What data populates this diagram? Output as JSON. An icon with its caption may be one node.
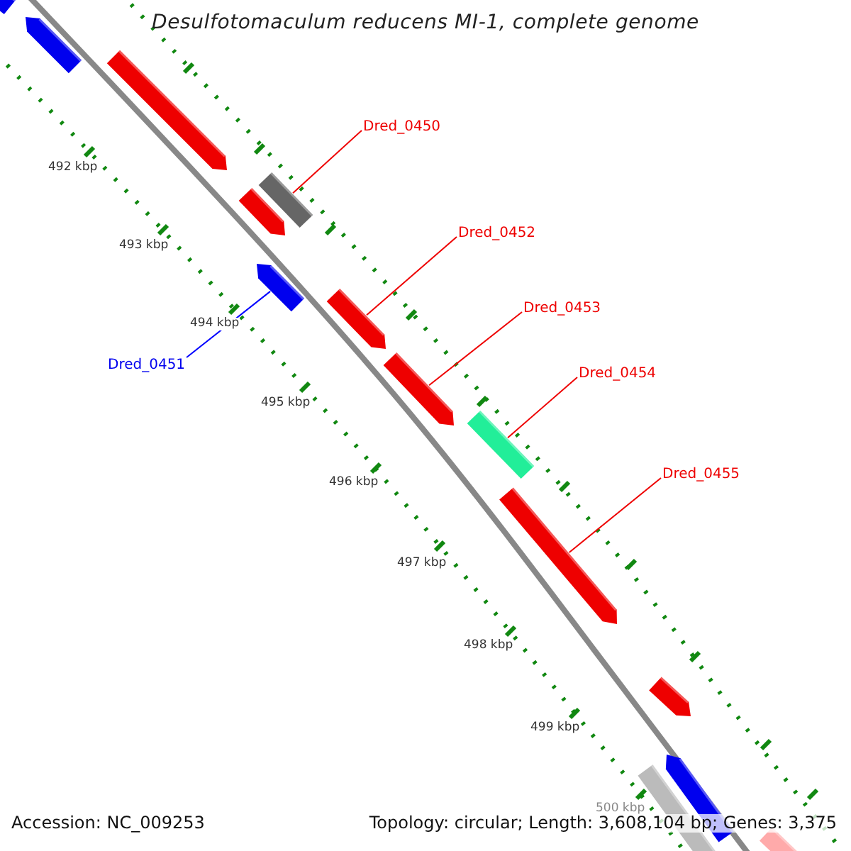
{
  "diagram": {
    "title": "Desulfotomaculum reducens MI-1, complete genome",
    "nodes": [
      {
        "text": [
          "Dred_0450"
        ]
      },
      {
        "text": [],
        "shape": "bar"
      },
      {
        "text": [
          "Dred_0451"
        ]
      },
      {
        "text": [],
        "shape": "arrow"
      },
      {
        "text": [
          "Dred_0452"
        ]
      },
      {
        "text": [],
        "shape": "arrow"
      },
      {
        "text": [
          "Dred_0453"
        ]
      },
      {
        "text": [],
        "shape": "arrow"
      },
      {
        "text": [
          "Dred_0454"
        ]
      },
      {
        "text": [],
        "shape": "bar"
      },
      {
        "text": [
          "Dred_0455"
        ]
      },
      {
        "text": [],
        "shape": "arrow"
      },
      {
        "text": [],
        "shape": "arrow"
      },
      {
        "text": [],
        "shape": "arrow"
      },
      {
        "text": [],
        "shape": "arrow"
      },
      {
        "text": [],
        "shape": "arrow"
      },
      {
        "text": [],
        "shape": "arrow"
      },
      {
        "text": [],
        "shape": "bar"
      },
      {
        "text": [],
        "shape": "arrow"
      },
      {
        "text": [],
        "shape": "arrow"
      }
    ],
    "edges": [
      {
        "from": 0,
        "to": 1,
        "arrow": "none"
      },
      {
        "from": 2,
        "to": 3,
        "arrow": "none",
        "color": "#0000ff"
      },
      {
        "from": 4,
        "to": 5,
        "arrow": "none"
      },
      {
        "from": 6,
        "to": 7,
        "arrow": "none"
      },
      {
        "from": 8,
        "to": 9,
        "arrow": "none"
      },
      {
        "from": 10,
        "to": 11,
        "arrow": "none"
      }
    ],
    "labels": [
      "492 kbp",
      "493 kbp",
      "494 kbp",
      "495 kbp",
      "496 kbp",
      "497 kbp",
      "498 kbp",
      "499 kbp",
      "500 kbp",
      "Accession: NC_009253",
      "Topology: circular; Length: 3,608,104 bp; Genes: 3,375"
    ]
  }
}
